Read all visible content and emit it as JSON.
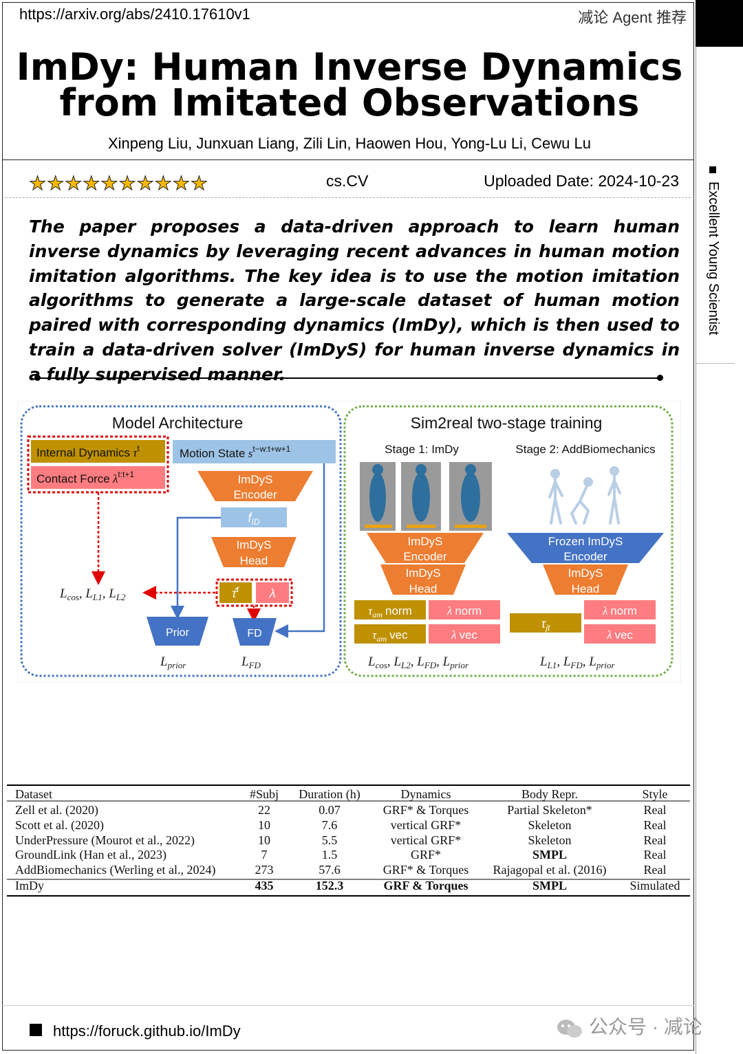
{
  "header": {
    "url": "https://arxiv.org/abs/2410.17610v1",
    "recommendation": "减论 Agent 推荐"
  },
  "paper": {
    "title_line1": "ImDy: Human Inverse Dynamics",
    "title_line2": "from Imitated Observations",
    "authors": "Xinpeng Liu, Junxuan Liang, Zili Lin, Haowen Hou, Yong-Lu Li, Cewu Lu",
    "rating_stars": 10,
    "category": "cs.CV",
    "uploaded": "Uploaded Date: 2024-10-23",
    "abstract": "The paper proposes a data-driven approach to learn human inverse dynamics by leveraging recent advances in human motion imitation algorithms. The key idea is to use the motion imitation algorithms to generate a large-scale dataset of human motion paired with corresponding dynamics (ImDy), which is then used to train a data-driven solver (ImDyS) for human inverse dynamics in a fully supervised manner."
  },
  "side_tag": "Excellent Young Scientist",
  "figure": {
    "left_title": "Model Architecture",
    "right_title": "Sim2real two-stage training",
    "internal_dynamics": "Internal Dynamics",
    "contact_force": "Contact Force",
    "motion_state": "Motion State",
    "encoder_a": "ImDyS",
    "encoder_b": "Encoder",
    "head_a": "ImDyS",
    "head_b": "Head",
    "prior": "Prior",
    "fd": "FD",
    "stage1": "Stage 1: ImDy",
    "stage2": "Stage 2: AddBiomechanics",
    "frozen_a": "Frozen ImDyS",
    "frozen_b": "Encoder",
    "norm": "norm",
    "vec": "vec",
    "colors": {
      "orange": "#ED7D31",
      "gold": "#BF9000",
      "pink": "#FF7C80",
      "lightblue": "#9DC3E6",
      "blue": "#4472C4",
      "red": "#E00000",
      "green": "#70AD47"
    }
  },
  "table": {
    "headers": [
      "Dataset",
      "#Subj",
      "Duration (h)",
      "Dynamics",
      "Body Repr.",
      "Style"
    ],
    "rows": [
      [
        "Zell et al. (2020)",
        "22",
        "0.07",
        "GRF* & Torques",
        "Partial Skeleton*",
        "Real"
      ],
      [
        "Scott et al. (2020)",
        "10",
        "7.6",
        "vertical GRF*",
        "Skeleton",
        "Real"
      ],
      [
        "UnderPressure (Mourot et al., 2022)",
        "10",
        "5.5",
        "vertical GRF*",
        "Skeleton",
        "Real"
      ],
      [
        "GroundLink (Han et al., 2023)",
        "7",
        "1.5",
        "GRF*",
        "SMPL",
        "Real"
      ],
      [
        "AddBiomechanics (Werling et al., 2024)",
        "273",
        "57.6",
        "GRF* & Torques",
        "Rajagopal et al. (2016)",
        "Real"
      ],
      [
        "ImDy",
        "435",
        "152.3",
        "GRF & Torques",
        "SMPL",
        "Simulated"
      ]
    ]
  },
  "footer": {
    "project_url": "https://foruck.github.io/ImDy",
    "watermark": "公众号 · 减论"
  }
}
